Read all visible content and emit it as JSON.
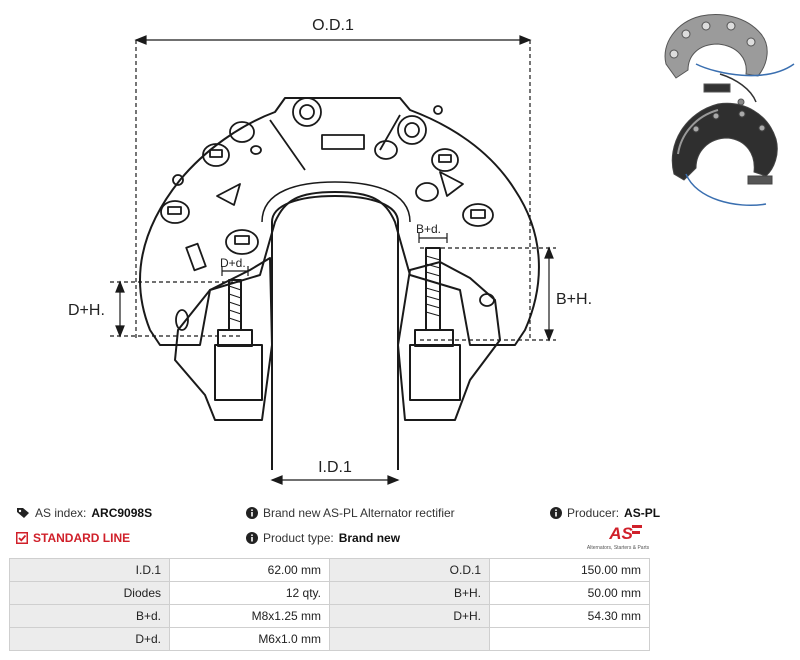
{
  "drawing": {
    "labels": {
      "od": "O.D.1",
      "id": "I.D.1",
      "dh": "D+H.",
      "bh": "B+H.",
      "bd": "B+d.",
      "dd": "D+d."
    }
  },
  "info": {
    "as_index_label": "AS index:",
    "as_index_value": "ARC9098S",
    "standard_line": "STANDARD LINE",
    "description": "Brand new AS-PL Alternator rectifier",
    "product_type_label": "Product type:",
    "product_type_value": "Brand new",
    "producer_label": "Producer:",
    "producer_value": "AS-PL"
  },
  "logo": {
    "mark": "AS",
    "tagline": "Alternators, Starters & Parts"
  },
  "specs": [
    {
      "k1": "I.D.1",
      "v1": "62.00 mm",
      "k2": "O.D.1",
      "v2": "150.00 mm"
    },
    {
      "k1": "Diodes",
      "v1": "12 qty.",
      "k2": "B+H.",
      "v2": "50.00 mm"
    },
    {
      "k1": "B+d.",
      "v1": "M8x1.25 mm",
      "k2": "D+H.",
      "v2": "54.30 mm"
    },
    {
      "k1": "D+d.",
      "v1": "M6x1.0 mm",
      "k2": "",
      "v2": ""
    }
  ],
  "colors": {
    "accent": "#d0202a",
    "line": "#1a1a1a"
  }
}
